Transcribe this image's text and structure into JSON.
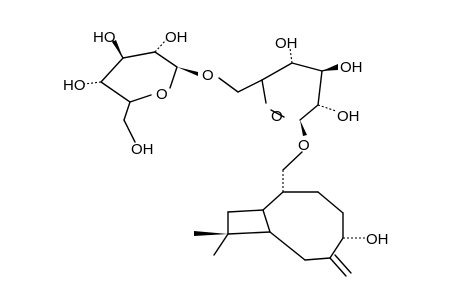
{
  "molecule": {
    "labels": {
      "glc_a_oh2": "OH",
      "glc_a_oh3": "HO",
      "glc_a_oh4": "HO",
      "glc_a_oh6": "OH",
      "glc_a_ring_o": "O",
      "glycosidic_o": "O",
      "glc_b_oh4": "OH",
      "glc_b_oh3": "OH",
      "glc_b_oh2": "OH",
      "glc_b_ring_o": "O",
      "aglycone_o": "O",
      "aglycone_oh": "OH"
    }
  }
}
